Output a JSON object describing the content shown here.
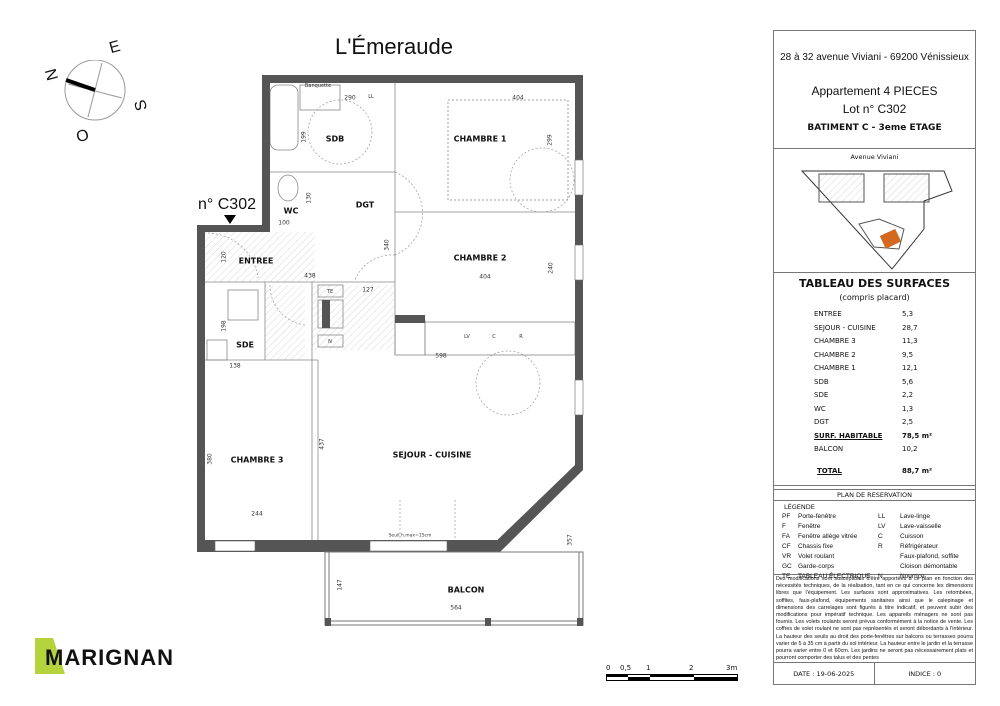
{
  "title": "L'Émeraude",
  "lot_marker": "n° C302",
  "compass": {
    "n": "N",
    "e": "E",
    "s": "S",
    "o": "O"
  },
  "rooms": {
    "sdb": "SDB",
    "chambre1": "CHAMBRE 1",
    "wc": "WC",
    "dgt": "DGT",
    "entree": "ENTREE",
    "chambre2": "CHAMBRE 2",
    "sde": "SDE",
    "chambre3": "CHAMBRE 3",
    "sejour": "SEJOUR - CUISINE",
    "balcon": "BALCON"
  },
  "dims": {
    "d290": "290",
    "d404a": "404",
    "d199": "199",
    "d299": "299",
    "d130": "130",
    "d100": "100",
    "d120": "120",
    "d438": "438",
    "d127": "127",
    "d340": "340",
    "d404b": "404",
    "d240": "240",
    "d198": "198",
    "d138": "138",
    "d598": "598",
    "d380": "380",
    "d437": "437",
    "d244": "244",
    "d357": "357",
    "d147": "147",
    "d564": "564"
  },
  "appliances": {
    "ll": "LL",
    "te": "TE",
    "lv": "LV",
    "c": "C",
    "r": "R",
    "n": "N",
    "banquette": "Banquette",
    "seuil": "Seuil h.max=15cm"
  },
  "logo": "MARIGNAN",
  "scale": {
    "t0": "0",
    "t05": "0,5",
    "t1": "1",
    "t2": "2",
    "t3": "3m"
  },
  "panel": {
    "address": "28 à 32 avenue Viviani - 69200 Vénissieux",
    "apartment": "Appartement 4 PIECES",
    "lot": "Lot n° C302",
    "building": "BATIMENT C - 3eme ETAGE",
    "site_street": "Avenue Viviani",
    "surfaces_title": "TABLEAU DES SURFACES",
    "surfaces_sub": "(compris placard)",
    "surfaces": [
      {
        "name": "ENTREE",
        "value": "5,3"
      },
      {
        "name": "SEJOUR - CUISINE",
        "value": "28,7"
      },
      {
        "name": "CHAMBRE 3",
        "value": "11,3"
      },
      {
        "name": "CHAMBRE 2",
        "value": "9,5"
      },
      {
        "name": "CHAMBRE 1",
        "value": "12,1"
      },
      {
        "name": "SDB",
        "value": "5,6"
      },
      {
        "name": "SDE",
        "value": "2,2"
      },
      {
        "name": "WC",
        "value": "1,3"
      },
      {
        "name": "DGT",
        "value": "2,5"
      }
    ],
    "habitable": {
      "name": "SURF. HABITABLE",
      "value": "78,5 m²"
    },
    "balcon": {
      "name": "BALCON",
      "value": "10,2"
    },
    "total": {
      "name": "TOTAL",
      "value": "88,7 m²"
    },
    "plan_title": "PLAN DE RESERVATION",
    "legend_title": "LÉGENDE",
    "legend": [
      [
        "PF",
        "Porte-fenêtre",
        "LL",
        "Lave-linge"
      ],
      [
        "F",
        "Fenêtre",
        "LV",
        "Lave-vaisselle"
      ],
      [
        "FA",
        "Fenêtre allège vitrée",
        "C",
        "Cuisson"
      ],
      [
        "CF",
        "Chassis fixe",
        "R",
        "Réfrigérateur"
      ],
      [
        "VR",
        "Volet roulant",
        "",
        "Faux-plafond, soffite"
      ],
      [
        "GC",
        "Garde-corps",
        "",
        "Cloison démontable"
      ],
      [
        "TE",
        "TABLEAU ÉLECTRIQUE",
        "N",
        "Nourrice"
      ]
    ],
    "disclaimer": "Des modifications sont susceptibles d'être apportées à ce plan en fonction des nécessités techniques, de la réalisation, tant en ce qui concerne les dimensions libres que l'équipement. Les surfaces sont approximatives. Les retombées, soffites, faux-plafond, équipements sanitaires ainsi que le calepinage et dimensions des carrelages sont figurés à titre indicatif, et peuvent subir des modifications pour impératif technique. Les appareils ménagers ne sont pas fournis. Les volets roulants seront prévus conformément à la notice de vente. Les coffres de volet roulant ne sont pas représentés et seront débordants à l'intérieur. La hauteur des seuils au droit des porte-fenêtres sur balcons ou terrasses pourra varier de 5 à 35 cm à partir du sol intérieur. La hauteur entre le jardin et la terrasse pourra varier entre 0 et 60cm. Les jardins ne seront pas nécessairement plats et pourront comporter des talus et des pentes",
    "date": "DATE : 19-06-2025",
    "indice": "INDICE : 0"
  },
  "colors": {
    "wall": "#555555",
    "lot": "#d2691e",
    "logo_accent": "#b5d33d"
  }
}
